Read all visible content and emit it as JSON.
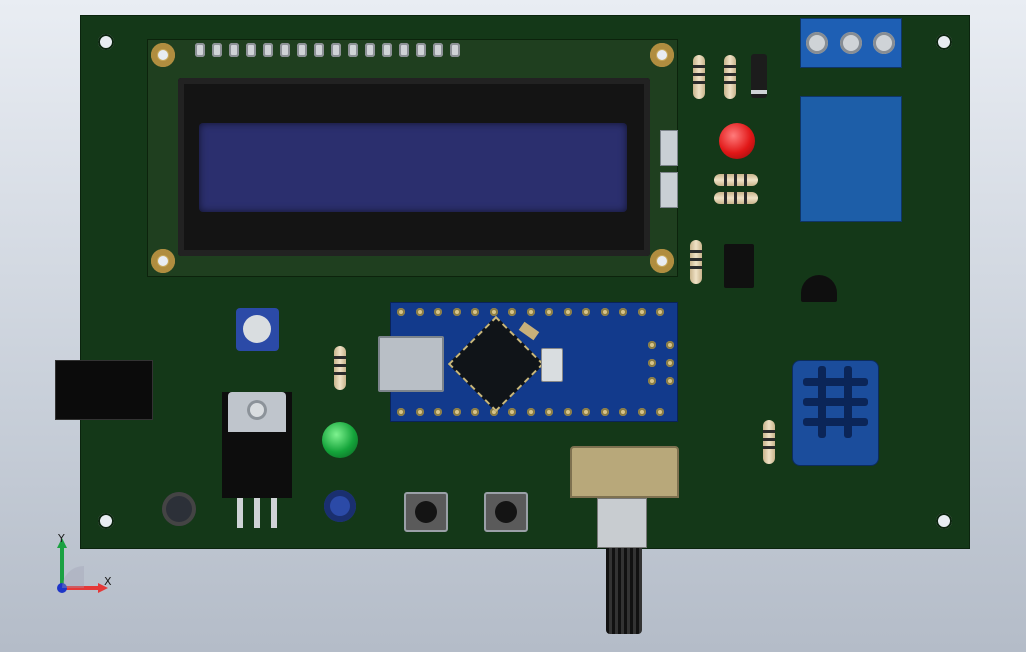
{
  "scene": {
    "board_name": "PCB assembly",
    "colors": {
      "pcb": "#143818",
      "lcd_screen": "#2b2f6e",
      "nano_board": "#123a8c",
      "relay": "#1d5ea8",
      "led_red": "#e11717",
      "led_green": "#14a43a"
    }
  },
  "lcd": {
    "header_pins": 16
  },
  "nano": {
    "top_pins": 15,
    "bottom_pins": 15
  },
  "triad": {
    "x_label": "X",
    "y_label": "Y"
  },
  "icons": {
    "triad": "axis-triad-icon"
  }
}
